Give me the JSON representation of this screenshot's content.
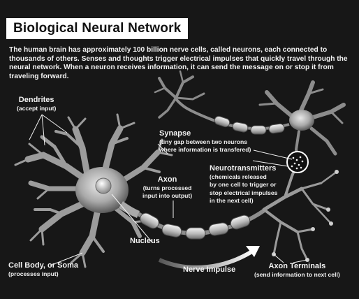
{
  "title": "Biological Neural Network",
  "intro": "The human brain has approximately 100 billion nerve cells, called neurons, each connected to thousands of others. Senses and thoughts trigger electrical impulses that quickly travel through the neural network. When a neuron receives information, it can send the message on or stop it from traveling forward.",
  "labels": {
    "dendrites": {
      "title": "Dendrites",
      "sub": "(accept input)"
    },
    "synapse": {
      "title": "Synapse",
      "sub1": "(tiny gap between two neurons",
      "sub2": "where information is transfered)"
    },
    "neurotransmitters": {
      "title": "Neurotransmitters",
      "sub1": "(chemicals released",
      "sub2": "by one cell to trigger or",
      "sub3": "stop electrical impulses",
      "sub4": "in the next cell)"
    },
    "axon": {
      "title": "Axon",
      "sub1": "(turns processed",
      "sub2": "input into output)"
    },
    "nucleus": {
      "title": "Nucleus"
    },
    "cell_body": {
      "title": "Cell Body, or Soma",
      "sub": "(processes input)"
    },
    "nerve_impulse": {
      "title": "Nerve Impulse"
    },
    "axon_terminals": {
      "title": "Axon Terminals",
      "sub": "(send information to next cell)"
    }
  }
}
